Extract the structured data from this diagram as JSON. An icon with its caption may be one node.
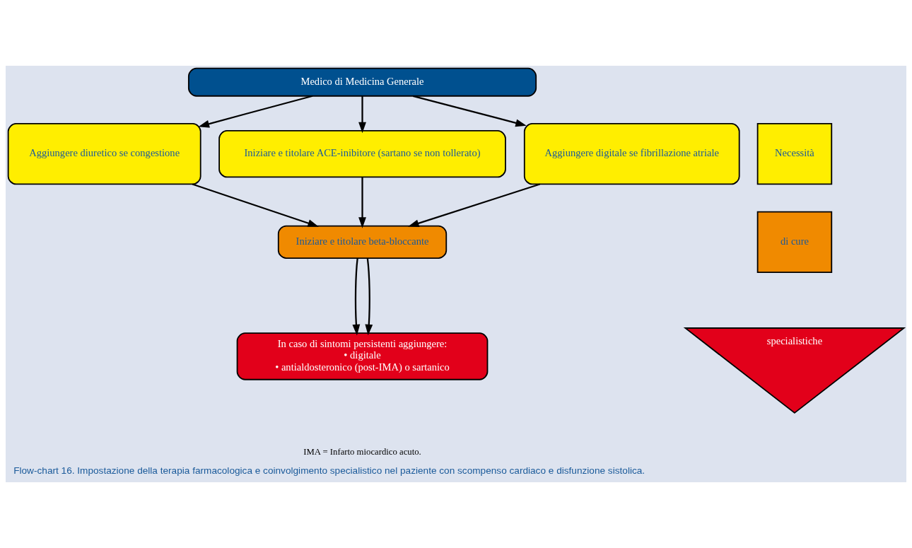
{
  "diagram": {
    "caption": "Flow-chart 16. Impostazione della terapia farmacologica e coinvolgimento specialistico nel paziente con scompenso cardiaco e disfunzione sistolica.",
    "nodes": [
      {
        "text": [
          "Medico di Medicina Generale"
        ]
      },
      {
        "text": [
          "Aggiungere diuretico se congestione"
        ]
      },
      {
        "text": [
          "Iniziare e titolare ACE-inibitore (sartano se non tollerato)"
        ]
      },
      {
        "text": [
          "Aggiungere digitale se fibrillazione atriale"
        ]
      },
      {
        "text": [
          "Iniziare e titolare beta-bloccante"
        ]
      },
      {
        "text": [
          "In caso di sintomi persistenti aggiungere:",
          "• digitale",
          "• antialdosteronico (post-IMA) o sartanico"
        ]
      },
      {
        "text": [
          "Necessità"
        ]
      },
      {
        "text": [
          "di cure"
        ]
      },
      {
        "text": [
          "specialistiche"
        ]
      }
    ],
    "edges": [
      {
        "from": 0,
        "to": 1,
        "arrow": "to"
      },
      {
        "from": 0,
        "to": 2,
        "arrow": "to"
      },
      {
        "from": 0,
        "to": 3,
        "arrow": "to"
      },
      {
        "from": 1,
        "to": 4,
        "arrow": "to"
      },
      {
        "from": 2,
        "to": 4,
        "arrow": "to"
      },
      {
        "from": 3,
        "to": 4,
        "arrow": "to"
      },
      {
        "from": 4,
        "to": 5,
        "arrow": "to"
      },
      {
        "from": 4,
        "to": 5,
        "arrow": "to"
      }
    ],
    "labels": [
      "IMA = Infarto miocardico acuto."
    ]
  }
}
